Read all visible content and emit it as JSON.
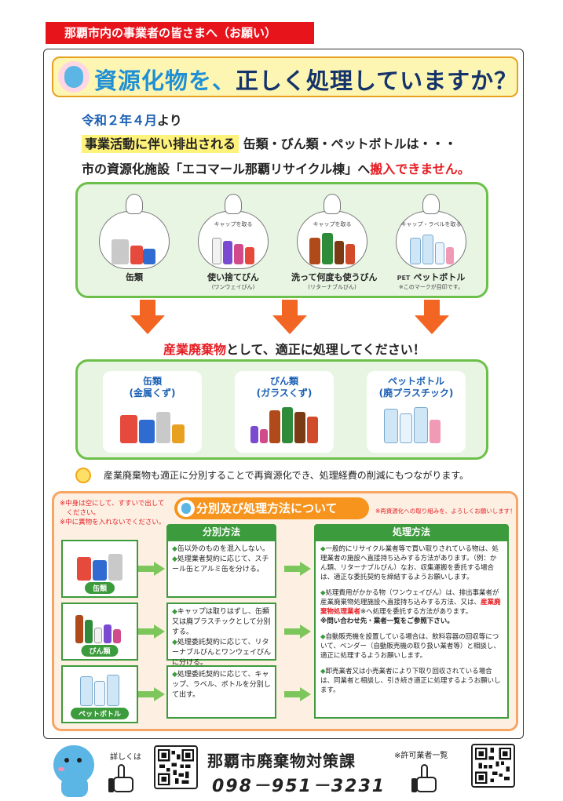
{
  "banner": "那覇市内の事業者の皆さまへ（お願い）",
  "headline": {
    "part1": "資源化物を、",
    "part2": "正しく処理していますか？"
  },
  "intro": {
    "date": "令和２年４月",
    "date_suffix": "より",
    "highlight": "事業活動に伴い排出される",
    "items": "缶類・びん類・ペットボトルは・・・",
    "facility": "市の資源化施設「エコマール那覇リサイクル棟」へ",
    "refusal": "搬入できません。"
  },
  "bags": [
    {
      "label": "缶類",
      "sub": "",
      "note": ""
    },
    {
      "label": "使い捨てびん",
      "sub": "(ワンウェイびん)",
      "note": "キャップを取る"
    },
    {
      "label": "洗って何度も使うびん",
      "sub": "(リターナブルびん)",
      "note": "キャップを取る"
    },
    {
      "label": "ペットボトル",
      "sub": "※このマークが目印です。",
      "note": "キャップ・ラベルを取る",
      "mark": "PET"
    }
  ],
  "proper": {
    "red": "産業廃棄物",
    "rest": "として、適正に処理してください！"
  },
  "waste": [
    {
      "line1": "缶類",
      "line2": "(金属くず)"
    },
    {
      "line1": "びん類",
      "line2": "(ガラスくず)"
    },
    {
      "line1": "ペットボトル",
      "line2": "(廃プラスチック)"
    }
  ],
  "tip": "産業廃棄物も適正に分別することで再資源化でき、処理経費の削減にもつながります。",
  "notes": {
    "note1a": "※中身は空にして、すすいで出して",
    "note1b": "　ください。",
    "note2": "※中に異物を入れないでください。"
  },
  "section": {
    "title": "分別及び処理方法について",
    "note": "※再資源化への取り組みを、よろしくお願いします！"
  },
  "columns": {
    "sort": "分別方法",
    "process": "処理方法"
  },
  "rows": [
    {
      "label": "缶類",
      "bullets": [
        "缶以外のものを混入しない。",
        "処理業者契約に応じて、スチール缶とアルミ缶を分ける。"
      ]
    },
    {
      "label": "びん類",
      "bullets": [
        "キャップは取りはずし、缶類又は廃プラスチックとして分別する。",
        "処理委託契約に応じて、リターナブルびんとワンウェイびんに分ける。"
      ]
    },
    {
      "label": "ペットボトル",
      "bullets": [
        "処理委託契約に応じて、キャップ、ラベル、ボトルを分別して出す。"
      ]
    }
  ],
  "process": {
    "p1": "一般的にリサイクル業者等で買い取りされている物は、処理業者の施設へ直接持ち込みする方法があります。（例：かん類、リターナブルびん）なお、収集運搬を委託する場合は、適正な委託契約を締結するようお願いします。",
    "p2a": "処理費用がかかる物（ワンウェイびん）は、排出事業者が産業廃棄物処理施設へ直接持ち込みする方法、又は、",
    "p2red": "産業廃棄物処理業者",
    "p2b": "※へ処理を委託する方法があります。",
    "p2bold": "※問い合わせ先・業者一覧をご参照下さい。",
    "p3": "自動販売機を設置している場合は、飲料容器の回収等について、ベンダー（自動販売機の取り扱い業者等）と相談し、適正に処理するようお願いします。",
    "p4": "卸売業者又は小売業者により下取り回収されている場合は、同業者と相談し、引き続き適正に処理するようお願いします。"
  },
  "footer": {
    "details": "詳しくは",
    "office": "那覇市廃棄物対策課",
    "phone": "098－951－3231",
    "permit": "※許可業者一覧"
  },
  "colors": {
    "banner": "#e8141c",
    "title_navy": "#15336b",
    "accent_blue": "#1a5fb4",
    "alert_red": "#e51d23",
    "box_green": "#6cc04a",
    "section_orange": "#f7941d",
    "arrow_orange": "#f26522"
  }
}
